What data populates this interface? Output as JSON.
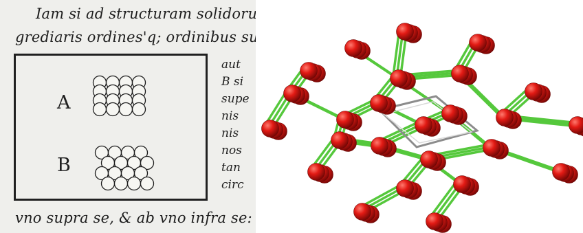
{
  "scan": {
    "line1": "Iam si ad structuram solidorum",
    "line2": "grediaris ordines'q; ordinibus sup",
    "line_bottom": "vno supra se, & ab vno infra se: &",
    "labels": {
      "a": "A",
      "b": "B"
    },
    "margin_fragments": [
      "aut",
      "B si",
      "supe",
      "nis",
      "nis",
      "nos",
      "tan",
      "circ"
    ]
  },
  "render": {
    "colors": {
      "atom": "#e21a14",
      "atom_highlight": "#ff7a6e",
      "bond": "#55c83c",
      "cell": "#8c8c8c"
    }
  }
}
